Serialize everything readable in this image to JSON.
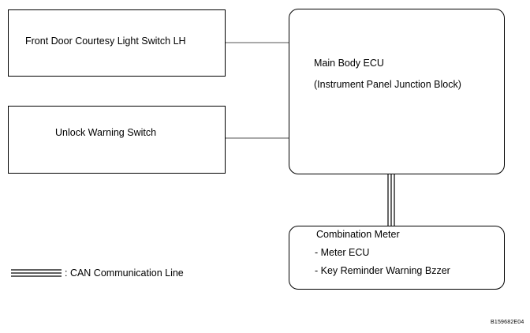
{
  "diagram": {
    "front_door_switch": {
      "label": "Front Door Courtesy Light Switch LH"
    },
    "unlock_warning_switch": {
      "label": "Unlock Warning Switch"
    },
    "main_body_ecu": {
      "line1": "Main Body ECU",
      "line2": "(Instrument Panel Junction Block)"
    },
    "combination_meter": {
      "title": "Combination Meter",
      "item1": "- Meter ECU",
      "item2": "- Key Reminder Warning Bzzer"
    },
    "legend": {
      "label": ": CAN Communication Line"
    },
    "figure_code": "B159682E04"
  }
}
